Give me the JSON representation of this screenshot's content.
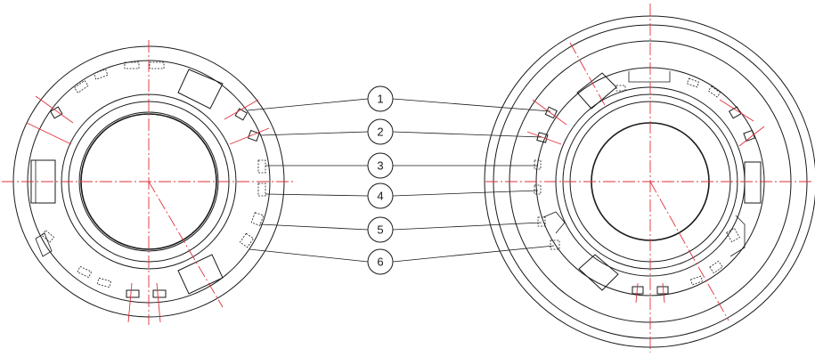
{
  "callouts": [
    {
      "label": "1"
    },
    {
      "label": "2"
    },
    {
      "label": "3"
    },
    {
      "label": "4"
    },
    {
      "label": "5"
    },
    {
      "label": "6"
    }
  ],
  "colors": {
    "outline": "#1a1a1a",
    "centerline": "#e0303a",
    "background": "#ffffff"
  }
}
